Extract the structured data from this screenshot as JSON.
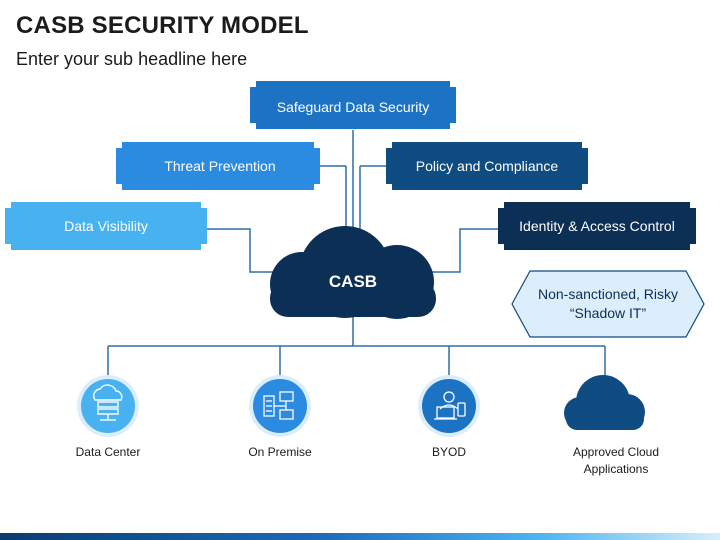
{
  "title": "CASB SECURITY MODEL",
  "subtitle": "Enter your sub headline here",
  "center": {
    "label": "CASB"
  },
  "boxes": {
    "safeguard": "Safeguard Data Security",
    "threat": "Threat Prevention",
    "policy": "Policy and Compliance",
    "visibility": "Data Visibility",
    "identity": "Identity & Access Control"
  },
  "shadow_it": {
    "line1": "Non-sanctioned, Risky",
    "line2": "“Shadow IT”"
  },
  "endpoints": {
    "data_center": "Data Center",
    "on_premise": "On Premise",
    "byod": "BYOD",
    "cloud_line1": "Approved Cloud",
    "cloud_line2": "Applications"
  },
  "colors": {
    "dark_navy": "#0c2f55",
    "navy": "#0f4c81",
    "blue": "#1c73c4",
    "mid_blue": "#2b8be0",
    "light_blue": "#48b2f0",
    "pale_blue": "#dceefc",
    "connector": "#2f6ea8"
  }
}
